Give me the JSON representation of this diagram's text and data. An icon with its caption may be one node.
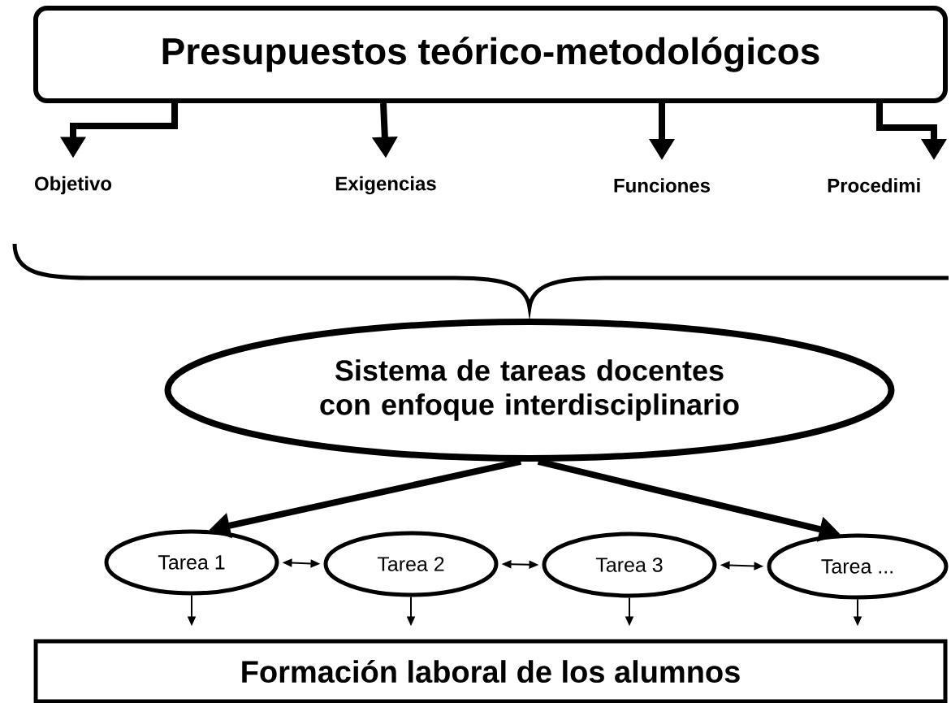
{
  "diagram": {
    "nodes": [
      {
        "text": [
          "Presupuestos teórico-metodológicos"
        ]
      },
      {
        "text": [
          "Objetivo"
        ]
      },
      {
        "text": [
          "Exigencias"
        ]
      },
      {
        "text": [
          "Funciones"
        ]
      },
      {
        "text": [
          "Procedimi"
        ]
      },
      {
        "text": [
          "Sistema de tareas docentes con enfoque interdisciplinario"
        ]
      },
      {
        "text": [
          "Tarea 1"
        ]
      },
      {
        "text": [
          "Tarea 2"
        ]
      },
      {
        "text": [
          "Tarea 3"
        ]
      },
      {
        "text": [
          "Tarea ..."
        ]
      },
      {
        "text": [
          "Formación laboral de los alumnos"
        ]
      }
    ],
    "edges": [
      {
        "from": 0,
        "to": 1,
        "arrow": "to",
        "style": "thick"
      },
      {
        "from": 0,
        "to": 2,
        "arrow": "to",
        "style": "thick"
      },
      {
        "from": 0,
        "to": 3,
        "arrow": "to",
        "style": "thick"
      },
      {
        "from": 0,
        "to": 4,
        "arrow": "to",
        "style": "thick"
      },
      {
        "from": 5,
        "to": 6,
        "arrow": "to",
        "style": "thick"
      },
      {
        "from": 5,
        "to": 9,
        "arrow": "to",
        "style": "thick"
      },
      {
        "from": 6,
        "to": 7,
        "arrow": "both"
      },
      {
        "from": 7,
        "to": 8,
        "arrow": "both"
      },
      {
        "from": 8,
        "to": 9,
        "arrow": "both"
      },
      {
        "from": 6,
        "to": 10,
        "arrow": "to"
      },
      {
        "from": 7,
        "to": 10,
        "arrow": "to"
      },
      {
        "from": 8,
        "to": 10,
        "arrow": "to"
      },
      {
        "from": 9,
        "to": 10,
        "arrow": "to"
      }
    ]
  }
}
